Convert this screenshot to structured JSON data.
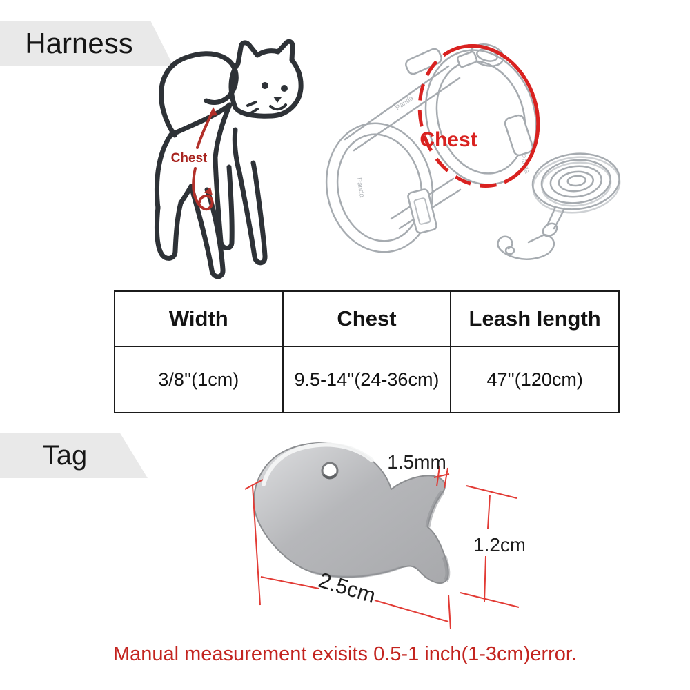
{
  "harness_section": {
    "banner_label": "Harness",
    "cat_chest_label": "Chest",
    "harness_chest_label": "Chest",
    "brand_print": "Panda"
  },
  "size_table": {
    "headers": [
      "Width",
      "Chest",
      "Leash length"
    ],
    "rows": [
      [
        "3/8''(1cm)",
        "9.5-14''(24-36cm)",
        "47''(120cm)"
      ]
    ]
  },
  "tag_section": {
    "banner_label": "Tag",
    "thickness_label": "1.5mm",
    "height_label": "1.2cm",
    "width_label": "2.5cm"
  },
  "footnote": {
    "text": "Manual measurement exisits 0.5-1 inch(1-3cm)error."
  },
  "colors": {
    "banner_gray": "#e9e9e9",
    "ink": "#2e3237",
    "table_border": "#1b1b1b",
    "accent_red": "#d92220",
    "annotation_red": "#b2302a",
    "dimension_red": "#e23b35",
    "footnote_red": "#c3241f",
    "sketch_gray": "#a6abb0",
    "metal_gray": "#b6b7ba"
  }
}
